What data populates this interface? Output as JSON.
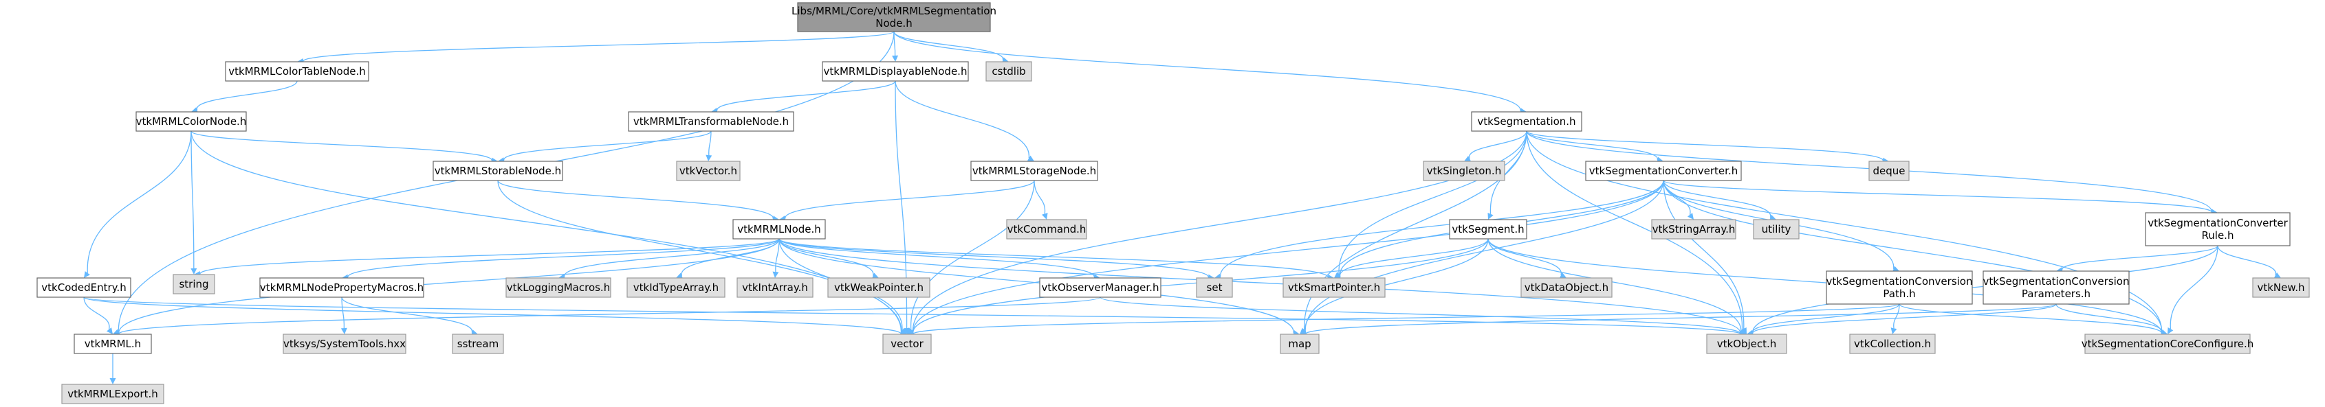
{
  "colors": {
    "edge": "#63b8ff",
    "box_border": "#666666",
    "box_fill": "#ffffff",
    "system_fill": "#e0e0e0",
    "system_border": "#999999",
    "root_fill": "#999999"
  },
  "nodes": [
    {
      "id": "root",
      "label": [
        "Libs/MRML/Core/vtkMRMLSegmentation",
        "Node.h"
      ],
      "kind": "root"
    },
    {
      "id": "colortable",
      "label": [
        "vtkMRMLColorTableNode.h"
      ],
      "kind": "normal"
    },
    {
      "id": "displayable",
      "label": [
        "vtkMRMLDisplayableNode.h"
      ],
      "kind": "normal"
    },
    {
      "id": "cstdlib",
      "label": [
        "cstdlib"
      ],
      "kind": "sys"
    },
    {
      "id": "segmentation",
      "label": [
        "vtkSegmentation.h"
      ],
      "kind": "normal"
    },
    {
      "id": "color",
      "label": [
        "vtkMRMLColorNode.h"
      ],
      "kind": "normal"
    },
    {
      "id": "transformable",
      "label": [
        "vtkMRMLTransformableNode.h"
      ],
      "kind": "normal"
    },
    {
      "id": "vtkvector",
      "label": [
        "vtkVector.h"
      ],
      "kind": "sys"
    },
    {
      "id": "storable",
      "label": [
        "vtkMRMLStorableNode.h"
      ],
      "kind": "normal"
    },
    {
      "id": "storage",
      "label": [
        "vtkMRMLStorageNode.h"
      ],
      "kind": "normal"
    },
    {
      "id": "vtkcommand",
      "label": [
        "vtkCommand.h"
      ],
      "kind": "sys"
    },
    {
      "id": "mrmlnode",
      "label": [
        "vtkMRMLNode.h"
      ],
      "kind": "normal"
    },
    {
      "id": "singleton",
      "label": [
        "vtkSingleton.h"
      ],
      "kind": "sys"
    },
    {
      "id": "segconverter",
      "label": [
        "vtkSegmentationConverter.h"
      ],
      "kind": "normal"
    },
    {
      "id": "deque",
      "label": [
        "deque"
      ],
      "kind": "sys"
    },
    {
      "id": "stringarray",
      "label": [
        "vtkStringArray.h"
      ],
      "kind": "sys"
    },
    {
      "id": "utility",
      "label": [
        "utility"
      ],
      "kind": "sys"
    },
    {
      "id": "convrule",
      "label": [
        "vtkSegmentationConverter",
        "Rule.h"
      ],
      "kind": "normal"
    },
    {
      "id": "segment",
      "label": [
        "vtkSegment.h"
      ],
      "kind": "normal"
    },
    {
      "id": "string",
      "label": [
        "string"
      ],
      "kind": "sys"
    },
    {
      "id": "codedentry",
      "label": [
        "vtkCodedEntry.h"
      ],
      "kind": "normal"
    },
    {
      "id": "propmacros",
      "label": [
        "vtkMRMLNodePropertyMacros.h"
      ],
      "kind": "normal"
    },
    {
      "id": "logging",
      "label": [
        "vtkLoggingMacros.h"
      ],
      "kind": "sys"
    },
    {
      "id": "idtype",
      "label": [
        "vtkIdTypeArray.h"
      ],
      "kind": "sys"
    },
    {
      "id": "intarray",
      "label": [
        "vtkIntArray.h"
      ],
      "kind": "sys"
    },
    {
      "id": "weakptr",
      "label": [
        "vtkWeakPointer.h"
      ],
      "kind": "sys"
    },
    {
      "id": "observer",
      "label": [
        "vtkObserverManager.h"
      ],
      "kind": "normal"
    },
    {
      "id": "set",
      "label": [
        "set"
      ],
      "kind": "sys"
    },
    {
      "id": "smartptr",
      "label": [
        "vtkSmartPointer.h"
      ],
      "kind": "sys"
    },
    {
      "id": "dataobject",
      "label": [
        "vtkDataObject.h"
      ],
      "kind": "sys"
    },
    {
      "id": "convpath",
      "label": [
        "vtkSegmentationConversion",
        "Path.h"
      ],
      "kind": "normal"
    },
    {
      "id": "convparams",
      "label": [
        "vtkSegmentationConversion",
        "Parameters.h"
      ],
      "kind": "normal"
    },
    {
      "id": "vtknew",
      "label": [
        "vtkNew.h"
      ],
      "kind": "sys"
    },
    {
      "id": "vtkmrml",
      "label": [
        "vtkMRML.h"
      ],
      "kind": "normal"
    },
    {
      "id": "systemtools",
      "label": [
        "vtksys/SystemTools.hxx"
      ],
      "kind": "sys"
    },
    {
      "id": "sstream",
      "label": [
        "sstream"
      ],
      "kind": "sys"
    },
    {
      "id": "vector",
      "label": [
        "vector"
      ],
      "kind": "sys"
    },
    {
      "id": "map",
      "label": [
        "map"
      ],
      "kind": "sys"
    },
    {
      "id": "vtkobject",
      "label": [
        "vtkObject.h"
      ],
      "kind": "sys"
    },
    {
      "id": "collection",
      "label": [
        "vtkCollection.h"
      ],
      "kind": "sys"
    },
    {
      "id": "coreconfig",
      "label": [
        "vtkSegmentationCoreConfigure.h"
      ],
      "kind": "sys"
    },
    {
      "id": "mrmlexport",
      "label": [
        "vtkMRMLExport.h"
      ],
      "kind": "sys"
    }
  ],
  "edges": [
    [
      "root",
      "colortable"
    ],
    [
      "root",
      "displayable"
    ],
    [
      "root",
      "cstdlib"
    ],
    [
      "root",
      "segmentation"
    ],
    [
      "root",
      "vtkmrml"
    ],
    [
      "colortable",
      "color"
    ],
    [
      "color",
      "storable"
    ],
    [
      "color",
      "string"
    ],
    [
      "color",
      "codedentry"
    ],
    [
      "color",
      "vector"
    ],
    [
      "displayable",
      "transformable"
    ],
    [
      "displayable",
      "storage"
    ],
    [
      "displayable",
      "vector"
    ],
    [
      "transformable",
      "storable"
    ],
    [
      "transformable",
      "vtkvector"
    ],
    [
      "storable",
      "mrmlnode"
    ],
    [
      "storable",
      "vector"
    ],
    [
      "storage",
      "mrmlnode"
    ],
    [
      "storage",
      "vtkcommand"
    ],
    [
      "storage",
      "vector"
    ],
    [
      "mrmlnode",
      "string"
    ],
    [
      "mrmlnode",
      "vtkmrml"
    ],
    [
      "mrmlnode",
      "propmacros"
    ],
    [
      "mrmlnode",
      "logging"
    ],
    [
      "mrmlnode",
      "idtype"
    ],
    [
      "mrmlnode",
      "intarray"
    ],
    [
      "mrmlnode",
      "weakptr"
    ],
    [
      "mrmlnode",
      "observer"
    ],
    [
      "mrmlnode",
      "set"
    ],
    [
      "mrmlnode",
      "smartptr"
    ],
    [
      "mrmlnode",
      "vector"
    ],
    [
      "mrmlnode",
      "map"
    ],
    [
      "mrmlnode",
      "vtkobject"
    ],
    [
      "codedentry",
      "vtkmrml"
    ],
    [
      "codedentry",
      "vector"
    ],
    [
      "codedentry",
      "vtkobject"
    ],
    [
      "propmacros",
      "systemtools"
    ],
    [
      "propmacros",
      "sstream"
    ],
    [
      "observer",
      "vtkmrml"
    ],
    [
      "observer",
      "vtkobject"
    ],
    [
      "vtkmrml",
      "mrmlexport"
    ],
    [
      "segmentation",
      "singleton"
    ],
    [
      "segmentation",
      "segconverter"
    ],
    [
      "segmentation",
      "deque"
    ],
    [
      "segmentation",
      "segment"
    ],
    [
      "segmentation",
      "smartptr"
    ],
    [
      "segmentation",
      "vector"
    ],
    [
      "segmentation",
      "map"
    ],
    [
      "segmentation",
      "vtkobject"
    ],
    [
      "segmentation",
      "convrule"
    ],
    [
      "segmentation",
      "coreconfig"
    ],
    [
      "segconverter",
      "stringarray"
    ],
    [
      "segconverter",
      "utility"
    ],
    [
      "segconverter",
      "convrule"
    ],
    [
      "segconverter",
      "convpath"
    ],
    [
      "segconverter",
      "set"
    ],
    [
      "segconverter",
      "smartptr"
    ],
    [
      "segconverter",
      "vector"
    ],
    [
      "segconverter",
      "map"
    ],
    [
      "segconverter",
      "vtkobject"
    ],
    [
      "segconverter",
      "coreconfig"
    ],
    [
      "segment",
      "smartptr"
    ],
    [
      "segment",
      "dataobject"
    ],
    [
      "segment",
      "vector"
    ],
    [
      "segment",
      "map"
    ],
    [
      "segment",
      "vtkobject"
    ],
    [
      "segment",
      "coreconfig"
    ],
    [
      "convrule",
      "convparams"
    ],
    [
      "convrule",
      "vtknew"
    ],
    [
      "convrule",
      "vtkobject"
    ],
    [
      "convrule",
      "coreconfig"
    ],
    [
      "convpath",
      "vtkcollection_dummy_skip",
      "skip"
    ],
    [
      "convpath",
      "collection"
    ],
    [
      "convpath",
      "vtkobject"
    ],
    [
      "convpath",
      "vector"
    ],
    [
      "convpath",
      "coreconfig"
    ],
    [
      "convparams",
      "vtkobject"
    ],
    [
      "convparams",
      "coreconfig"
    ],
    [
      "convparams",
      "map"
    ]
  ]
}
